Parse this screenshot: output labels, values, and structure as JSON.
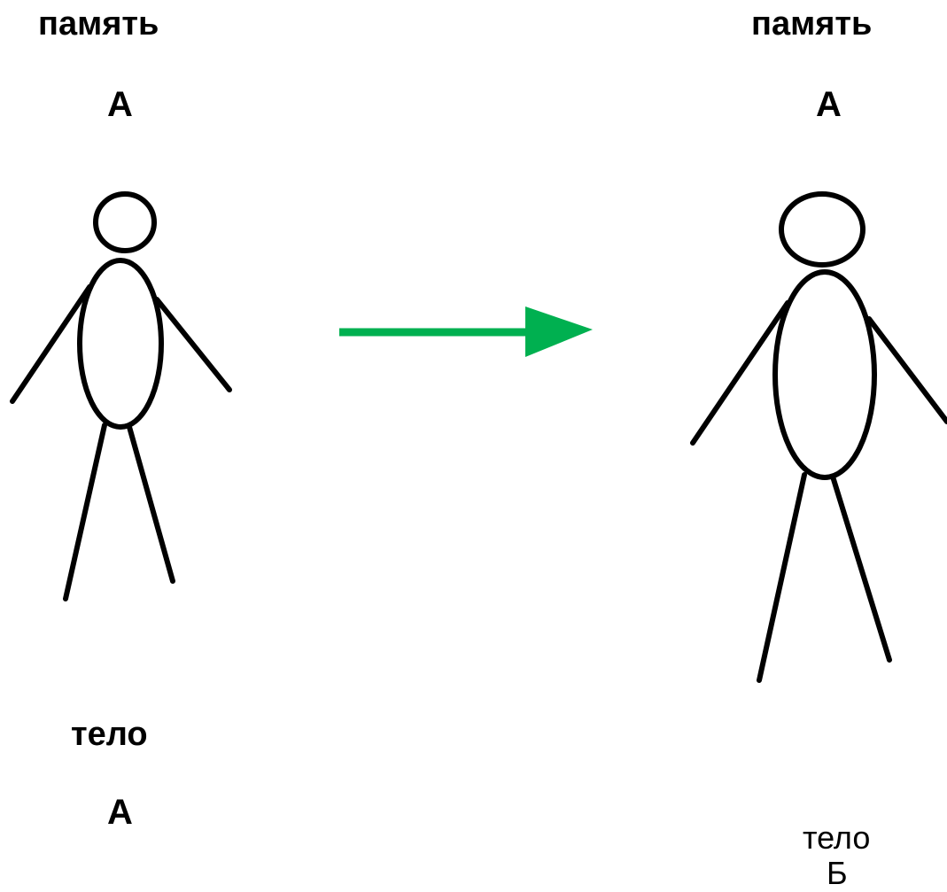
{
  "left_figure": {
    "memory_label": "память",
    "memory_value": "А",
    "body_label": "тело",
    "body_value": "А"
  },
  "right_figure": {
    "memory_label": "память",
    "memory_value": "А",
    "body_label": "тело",
    "body_value": "Б"
  },
  "colors": {
    "figure_stroke": "#000000",
    "arrow": "#00b050",
    "background": "#ffffff"
  }
}
